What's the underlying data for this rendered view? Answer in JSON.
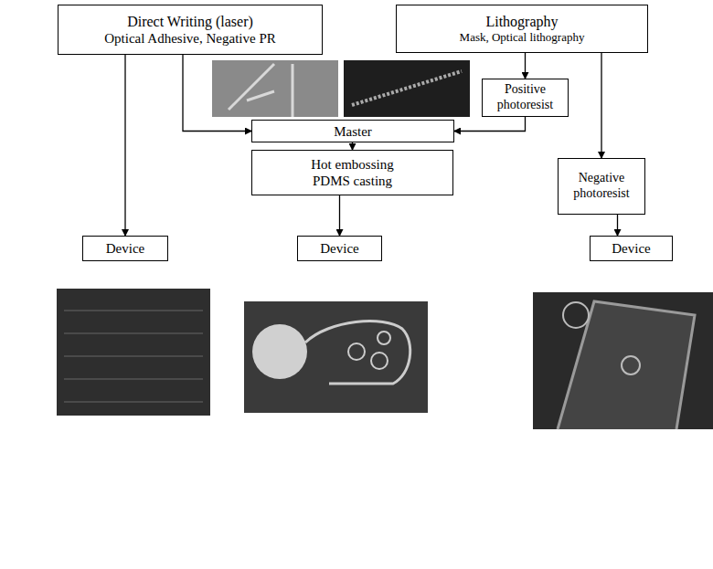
{
  "diagram": {
    "nodes": [
      {
        "text": [
          "Direct Writing (laser)",
          "Optical Adhesive, Negative PR"
        ]
      },
      {
        "text": [
          "Lithography",
          "Mask, Optical lithography"
        ]
      },
      {
        "text": [
          "Positive photoresist"
        ]
      },
      {
        "text": [
          "Master"
        ]
      },
      {
        "text": [
          "Hot embossing",
          "PDMS casting"
        ]
      },
      {
        "text": [
          "Negative photoresist"
        ]
      },
      {
        "text": [
          "Device"
        ]
      },
      {
        "text": [
          "Device"
        ]
      },
      {
        "text": [
          "Device"
        ]
      }
    ],
    "edges": [
      {
        "from": 0,
        "to": 6,
        "arrow": "to"
      },
      {
        "from": 0,
        "to": 3,
        "arrow": "to"
      },
      {
        "from": 1,
        "to": 2,
        "arrow": "to"
      },
      {
        "from": 1,
        "to": 5,
        "arrow": "to"
      },
      {
        "from": 2,
        "to": 3,
        "arrow": "to"
      },
      {
        "from": 3,
        "to": 4,
        "arrow": "to"
      },
      {
        "from": 4,
        "to": 7,
        "arrow": "to"
      },
      {
        "from": 5,
        "to": 8,
        "arrow": "to"
      }
    ]
  }
}
